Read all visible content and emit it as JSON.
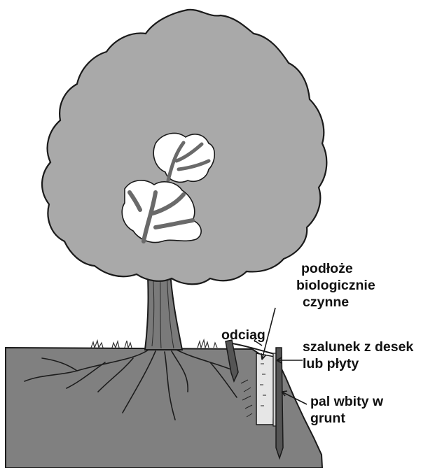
{
  "labels": {
    "substrate_line1": "podłoże",
    "substrate_line2": "biologicznie",
    "substrate_line3": "czynne",
    "guy_wire": "odciąg",
    "formwork_line1": "szalunek z desek",
    "formwork_line2": "lub płyty",
    "pile_line1": "pal wbity w",
    "pile_line2": "grunt"
  },
  "colors": {
    "crown": "#a9a9a9",
    "ground": "#808080",
    "trunk": "#7a7a7a",
    "substrate": "#e6e6e6",
    "pile": "#555555",
    "outline": "#1a1a1a"
  }
}
